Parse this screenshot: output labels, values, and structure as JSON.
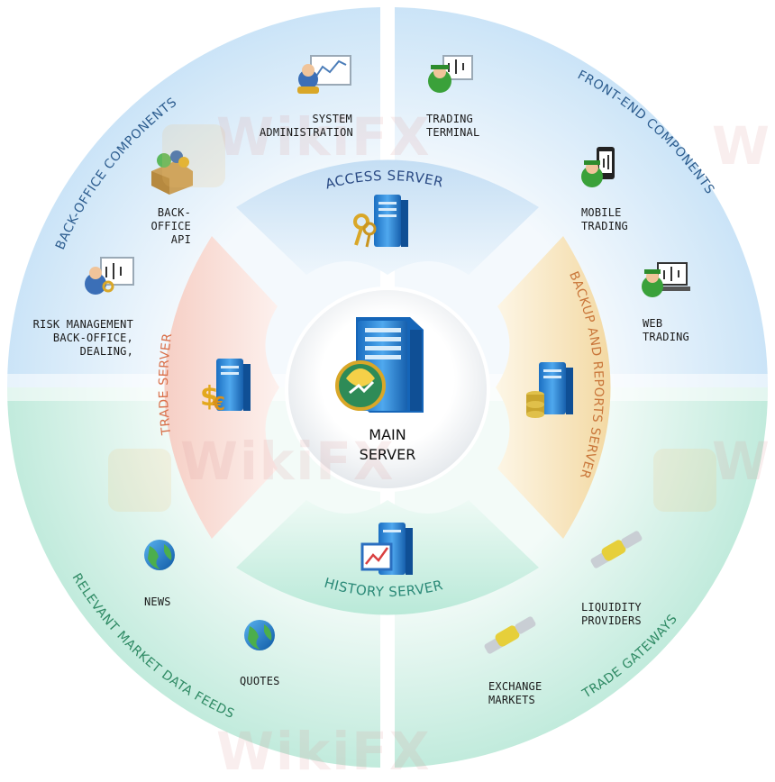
{
  "outer_ring": {
    "back_office_title": "BACK-OFFICE COMPONENTS",
    "front_end_title": "FRONT-END COMPONENTS",
    "market_feeds_title": "RELEVANT MARKET DATA FEEDS",
    "trade_gateways_title": "TRADE GATEWAYS",
    "items": {
      "system_admin": [
        "SYSTEM",
        "ADMINISTRATION"
      ],
      "back_office_api": [
        "BACK-OFFICE",
        "API"
      ],
      "risk_management": [
        "RISK MANAGEMENT",
        "BACK-OFFICE,",
        "DEALING,"
      ],
      "trading_terminal": [
        "TRADING",
        "TERMINAL"
      ],
      "mobile_trading": [
        "MOBILE",
        "TRADING"
      ],
      "web_trading": [
        "WEB",
        "TRADING"
      ],
      "news": "NEWS",
      "quotes": "QUOTES",
      "liquidity_providers": [
        "LIQUIDITY",
        "PROVIDERS"
      ],
      "exchange_markets": [
        "EXCHANGE",
        "MARKETS"
      ]
    }
  },
  "inner_ring": {
    "access_server": "ACCESS SERVER",
    "trade_server": "TRADE SERVER",
    "backup_server": "BACKUP AND REPORTS SERVER",
    "history_server": "HISTORY SERVER"
  },
  "center": {
    "line1": "MAIN",
    "line2": "SERVER"
  },
  "watermark": "WikiFX",
  "colors": {
    "blue_segment": "#cfe6f8",
    "green_segment": "#c9efe2",
    "trade_segment": "#f7d6cf",
    "backup_segment": "#f6e2b8",
    "access_label": "#2a4a84",
    "trade_label": "#d9704a",
    "backup_label": "#c9763a",
    "history_label": "#2c8a78",
    "outer_title_blue": "#2d5d8f",
    "outer_title_green": "#2f8a64"
  }
}
